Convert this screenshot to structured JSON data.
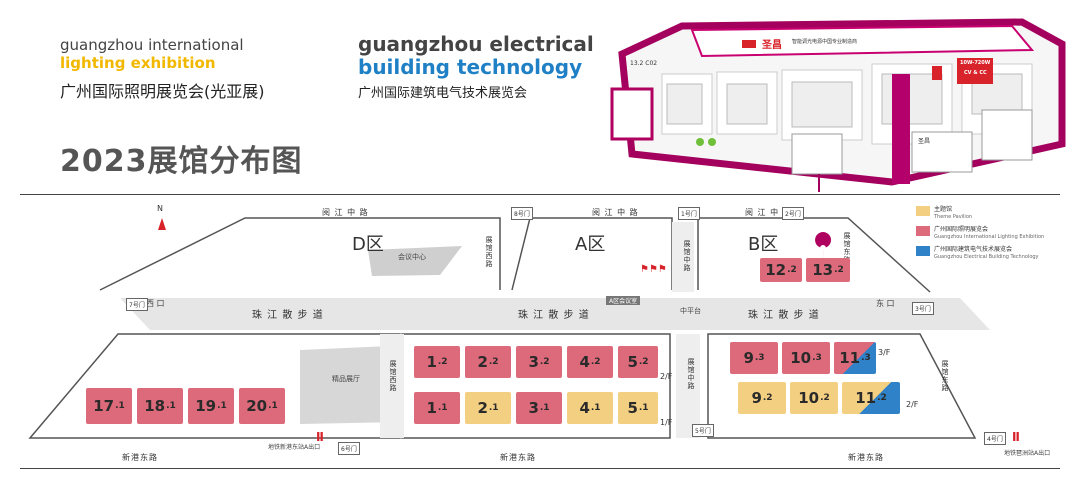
{
  "header": {
    "en_lighting_1": "guangzhou international",
    "en_lighting_2": "lighting exhibition",
    "zh_lighting": "广州国际照明展览会(光亚展)",
    "en_building_1": "guangzhou electrical",
    "en_building_2": "building technology",
    "zh_building": "广州国际建筑电气技术展览会",
    "title": "2023展馆分布图"
  },
  "booth": {
    "brand": "圣昌",
    "slogan": "智能调光电源中国专业制造商",
    "booth_no": "13.2 C02",
    "power": "10W-720W",
    "spec": "CV & CC",
    "small_brand": "圣昌"
  },
  "legend": [
    {
      "zh": "主题馆",
      "en": "Theme Pavilion",
      "color": "#f3cf82"
    },
    {
      "zh": "广州国际照明展览会",
      "en": "Guangzhou International Lighting Exhibition",
      "color": "#dd6a7b"
    },
    {
      "zh": "广州国际建筑电气技术展览会",
      "en": "Guangzhou Electrical Building Technology",
      "color": "#2f82c7"
    }
  ],
  "map": {
    "compass": "N",
    "top_road_d": "阅 江 中 路",
    "top_road_a": "阅 江 中 路",
    "top_road_b": "阅 江 中 路",
    "bottom_road_1": "新港东路",
    "bottom_road_2": "新港东路",
    "bottom_road_3": "新港东路",
    "walkway_1": "珠 江 散 步 道",
    "walkway_2": "珠 江 散 步 道",
    "walkway_3": "珠 江 散 步 道",
    "west_gate": "西 口",
    "east_gate": "东 口",
    "middle_platform": "中平台",
    "zone_d": "D区",
    "zone_a": "A区",
    "zone_b": "B区",
    "conference_center": "会议中心",
    "a_meeting": "A区会议室",
    "boutique_hall": "精品展厅",
    "exhibition_road_1": "展馆西路",
    "exhibition_road_2": "展馆中路",
    "exhibition_road_3": "展馆中路",
    "exhibition_road_4": "展馆东路",
    "exhibition_road_5": "展馆西路",
    "exhibition_road_6": "展馆东路",
    "metro_a": "地铁新港东站A出口",
    "metro_b": "地铁琶洲站A出口",
    "floors": {
      "f3": "3/F",
      "f2a": "2/F",
      "f1": "1/F",
      "f2b": "2/F"
    },
    "gates": {
      "g8": "8号门",
      "g1": "1号门",
      "g2": "2号门",
      "g7": "7号门",
      "g3": "3号门",
      "g6": "6号门",
      "g5": "5号门",
      "g4": "4号门"
    },
    "halls": {
      "h12_2": {
        "n": "12",
        "s": ".2"
      },
      "h13_2": {
        "n": "13",
        "s": ".2"
      },
      "h1_2": {
        "n": "1",
        "s": ".2"
      },
      "h2_2": {
        "n": "2",
        "s": ".2"
      },
      "h3_2": {
        "n": "3",
        "s": ".2"
      },
      "h4_2": {
        "n": "4",
        "s": ".2"
      },
      "h5_2": {
        "n": "5",
        "s": ".2"
      },
      "h1_1": {
        "n": "1",
        "s": ".1"
      },
      "h2_1": {
        "n": "2",
        "s": ".1"
      },
      "h3_1": {
        "n": "3",
        "s": ".1"
      },
      "h4_1": {
        "n": "4",
        "s": ".1"
      },
      "h5_1": {
        "n": "5",
        "s": ".1"
      },
      "h9_3": {
        "n": "9",
        "s": ".3"
      },
      "h10_3": {
        "n": "10",
        "s": ".3"
      },
      "h11_3": {
        "n": "11",
        "s": ".3"
      },
      "h9_2": {
        "n": "9",
        "s": ".2"
      },
      "h10_2": {
        "n": "10",
        "s": ".2"
      },
      "h11_2": {
        "n": "11",
        "s": ".2"
      },
      "h17_1": {
        "n": "17",
        "s": ".1"
      },
      "h18_1": {
        "n": "18",
        "s": ".1"
      },
      "h19_1": {
        "n": "19",
        "s": ".1"
      },
      "h20_1": {
        "n": "20",
        "s": ".1"
      }
    }
  }
}
